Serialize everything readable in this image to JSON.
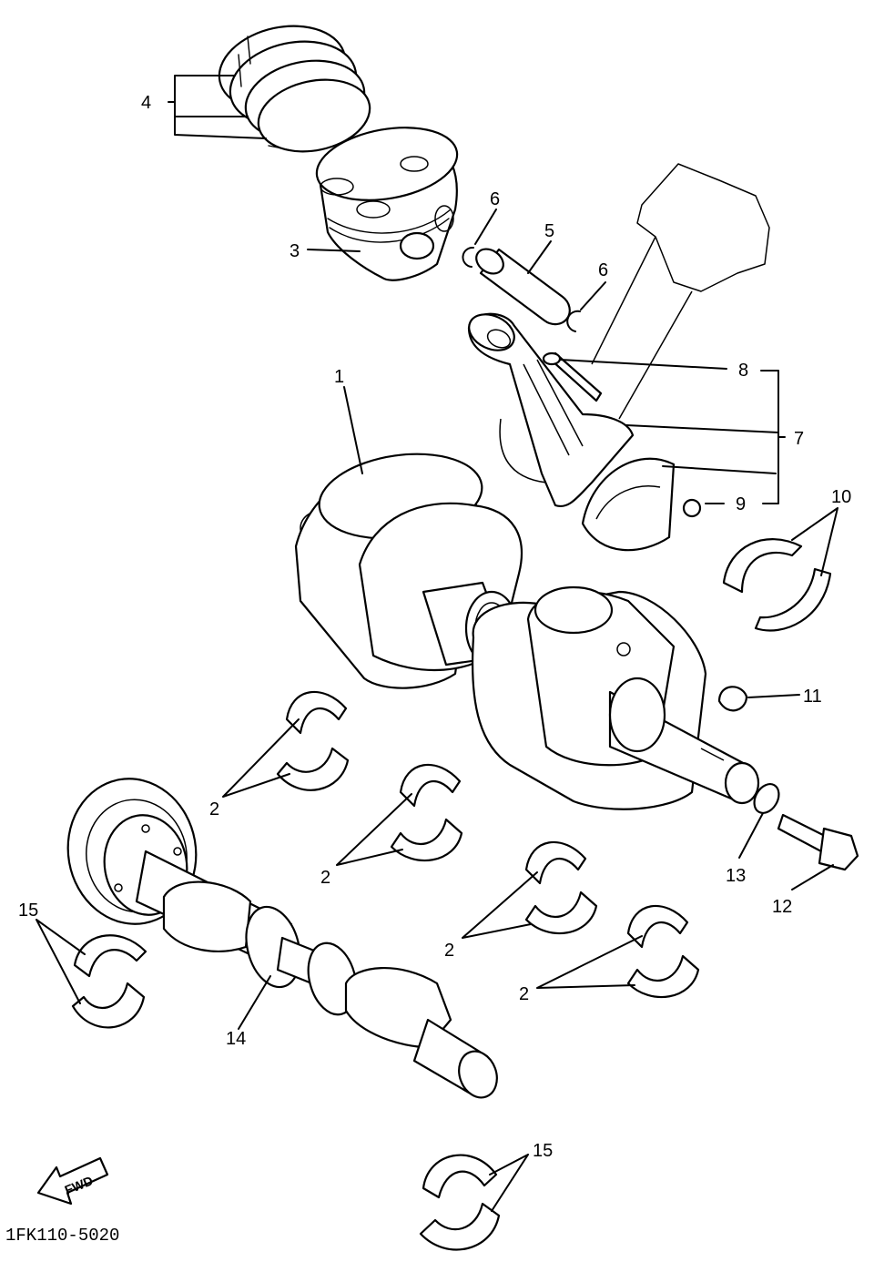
{
  "diagram": {
    "labels": {
      "crankshaft_assy": "1",
      "bearing_a": "2",
      "bearing_b": "2",
      "bearing_c": "2",
      "bearing_d": "2",
      "piston": "3",
      "ring_set": "4",
      "piston_pin": "5",
      "clip_a": "6",
      "clip_b": "6",
      "rod_assy": "7",
      "rod_bolt": "8",
      "rod_nut": "9",
      "big_end_bearing": "10",
      "key": "11",
      "bolt": "12",
      "washer": "13",
      "balancer_shaft": "14",
      "balancer_bearing_a": "15",
      "balancer_bearing_b": "15"
    },
    "fwd_label": "FWD",
    "figure_code": "1FK110-5020"
  }
}
